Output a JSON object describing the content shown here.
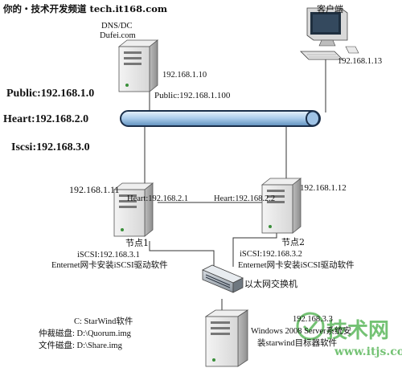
{
  "header": {
    "site_banner": "你的・技术开发频道 tech.it168.com"
  },
  "networks": {
    "public": "Public:192.168.1.0",
    "heart": "Heart:192.168.2.0",
    "iscsi": "Iscsi:192.168.3.0",
    "public_vip": "Public:192.168.1.100"
  },
  "dns_server": {
    "title": "DNS/DC",
    "hostname": "Dufei.com",
    "ip": "192.168.1.10"
  },
  "client": {
    "label": "客户端",
    "ip": "192.168.1.13"
  },
  "node1": {
    "name": "节点1",
    "public_ip": "192.168.1.11",
    "heart": "Heart:192.168.2.1",
    "iscsi": "iSCSI:192.168.3.1",
    "nic_note": "Enternet网卡安装iSCSI驱动软件"
  },
  "node2": {
    "name": "节点2",
    "public_ip": "192.168.1.12",
    "heart": "Heart:192.168.2.2",
    "iscsi": "iSCSI:192.168.3.2",
    "nic_note": "Enternet网卡安装iSCSI驱动软件"
  },
  "switch": {
    "label": "以太网交换机"
  },
  "storage": {
    "software": "C: StarWind软件",
    "quorum": "仲裁磁盘: D:\\Quorum.img",
    "share": "文件磁盘: D:\\Share.img",
    "ip": "192.168.3.3",
    "os_line1": "Windows 2008 Server系统安",
    "os_line2": "装starwind目标器软件"
  },
  "watermark": {
    "brand": "技术网",
    "url": "www.itjs.com"
  },
  "colors": {
    "bus_fill": "#bcd7f0",
    "bus_stroke": "#1b2f4a",
    "line": "#333333",
    "server_body": "#e6e6e6",
    "watermark_green": "#5cb85c"
  }
}
